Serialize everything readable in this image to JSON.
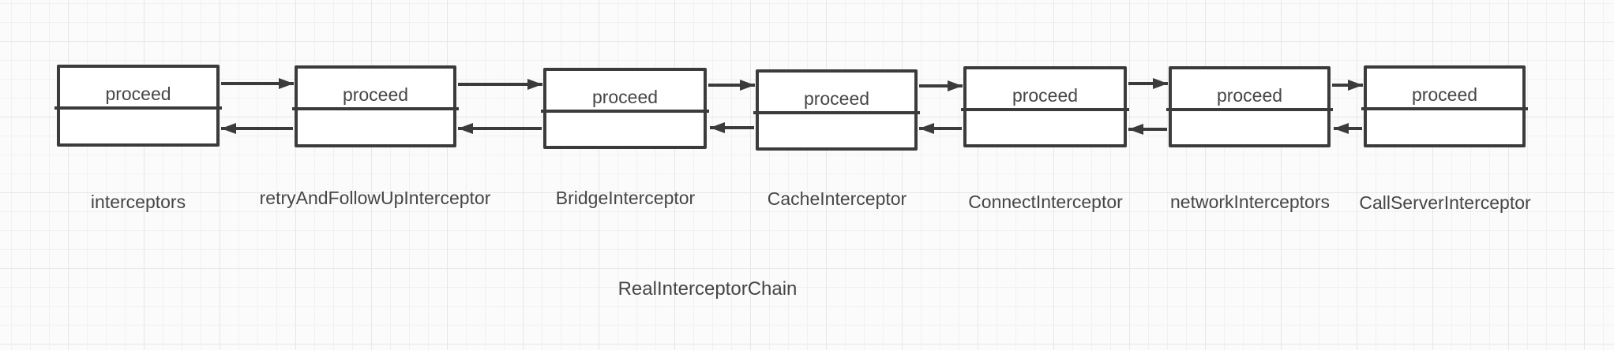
{
  "diagram": {
    "chain_label": "RealInterceptorChain",
    "box_text": "proceed",
    "nodes": [
      {
        "label": "interceptors"
      },
      {
        "label": "retryAndFollowUpInterceptor"
      },
      {
        "label": "BridgeInterceptor"
      },
      {
        "label": "CacheInterceptor"
      },
      {
        "label": "ConnectInterceptor"
      },
      {
        "label": "networkInterceptors"
      },
      {
        "label": "CallServerInterceptor"
      }
    ],
    "colors": {
      "stroke": "#3b3b3b",
      "text": "#464646",
      "box_fill": "#ffffff",
      "background": "#fbfbfb",
      "grid_minor": "#f1f1f1",
      "grid_major": "#e7e7e7"
    }
  }
}
